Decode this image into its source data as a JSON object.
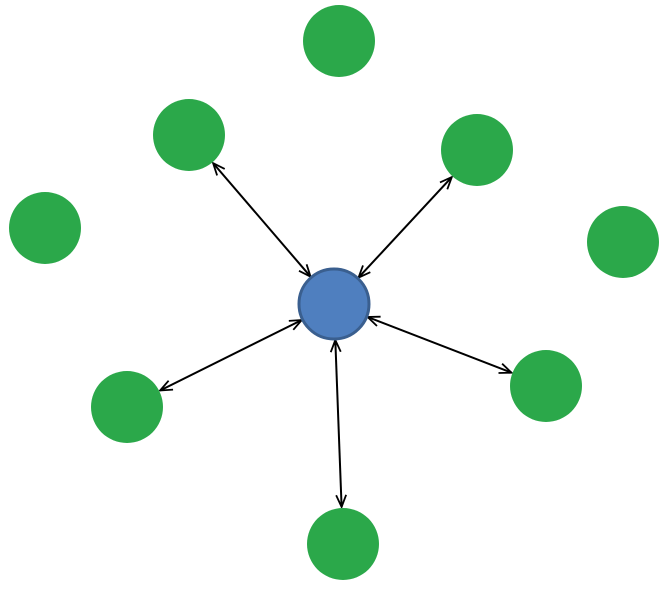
{
  "diagram": {
    "type": "hub-and-spoke network",
    "colors": {
      "background": "#ffffff",
      "hub_fill": "#4f7fbf",
      "hub_stroke": "#3a5f8f",
      "node_fill": "#2ba84a",
      "edge": "#000000"
    },
    "hub": {
      "id": "center-node",
      "connected": true
    },
    "nodes": [
      {
        "id": "node-top",
        "connected": false
      },
      {
        "id": "node-upper-left",
        "connected": true
      },
      {
        "id": "node-upper-right",
        "connected": true
      },
      {
        "id": "node-left",
        "connected": false
      },
      {
        "id": "node-right",
        "connected": false
      },
      {
        "id": "node-lower-left",
        "connected": true
      },
      {
        "id": "node-lower-right",
        "connected": true
      },
      {
        "id": "node-bottom",
        "connected": true
      }
    ],
    "edges": [
      {
        "from": "center-node",
        "to": "node-upper-left",
        "direction": "both"
      },
      {
        "from": "center-node",
        "to": "node-upper-right",
        "direction": "both"
      },
      {
        "from": "center-node",
        "to": "node-lower-left",
        "direction": "both"
      },
      {
        "from": "center-node",
        "to": "node-lower-right",
        "direction": "both"
      },
      {
        "from": "center-node",
        "to": "node-bottom",
        "direction": "both"
      }
    ]
  }
}
